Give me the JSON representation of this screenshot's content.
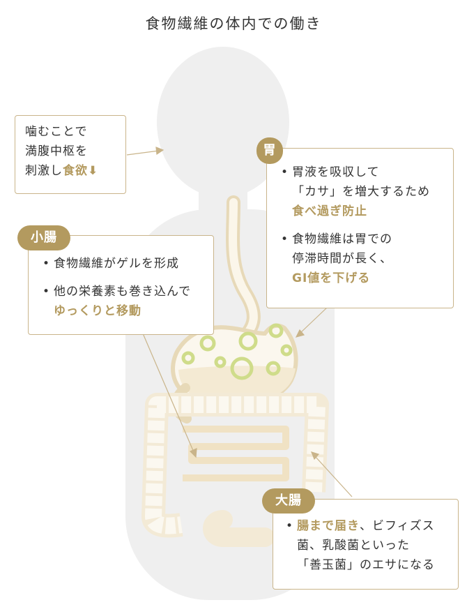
{
  "title": "食物繊維の体内での働き",
  "colors": {
    "accent": "#b39a5f",
    "border": "#c9b48a",
    "silhouette": "#efefef",
    "organ_fill": "#f4ead3",
    "organ_stroke": "#e7d9b8",
    "bubble": "#cfdc8a"
  },
  "chew": {
    "line1": "噛むことで",
    "line2": "満腹中枢を",
    "line3_prefix": "刺激し",
    "line3_accent": "食欲",
    "arrow_icon": "down-arrow-icon",
    "arrow_glyph": "⬇"
  },
  "stomach": {
    "label": "胃",
    "point1": {
      "line1": "胃液を吸収して",
      "line2": "「カサ」を増大するため",
      "line3": "食べ過ぎ防止"
    },
    "point2": {
      "line1": "食物繊維は胃での",
      "line2": "停滞時間が長く、",
      "line3": "GI値を下げる"
    }
  },
  "small_intestine": {
    "label": "小腸",
    "point1": "食物繊維がゲルを形成",
    "point2": {
      "line1": "他の栄養素も巻き込んで",
      "line2": "ゆっくりと移動"
    }
  },
  "large_intestine": {
    "label": "大腸",
    "point1": {
      "accent": "腸まで届き",
      "rest": "、ビフィズス",
      "line2": "菌、乳酸菌といった",
      "line3": "「善玉菌」のエサになる"
    }
  }
}
